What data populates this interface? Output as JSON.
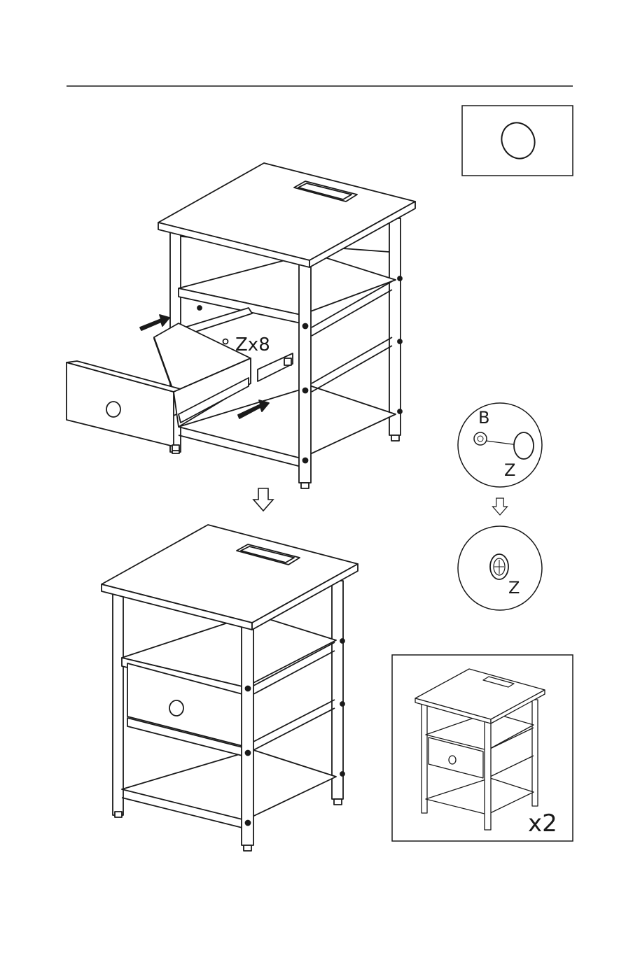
{
  "labels": {
    "screw_callout": "Zx8",
    "detail_b": "B",
    "detail_z_before": "Z",
    "detail_z_after": "Z",
    "quantity": "x2"
  },
  "colors": {
    "ink": "#1a1a1a",
    "paper": "#ffffff"
  },
  "icons": {
    "step_arrow": "hollow-down-arrow",
    "push_arrow": "solid-push-arrow",
    "part_z": "knob-screw-cap"
  }
}
